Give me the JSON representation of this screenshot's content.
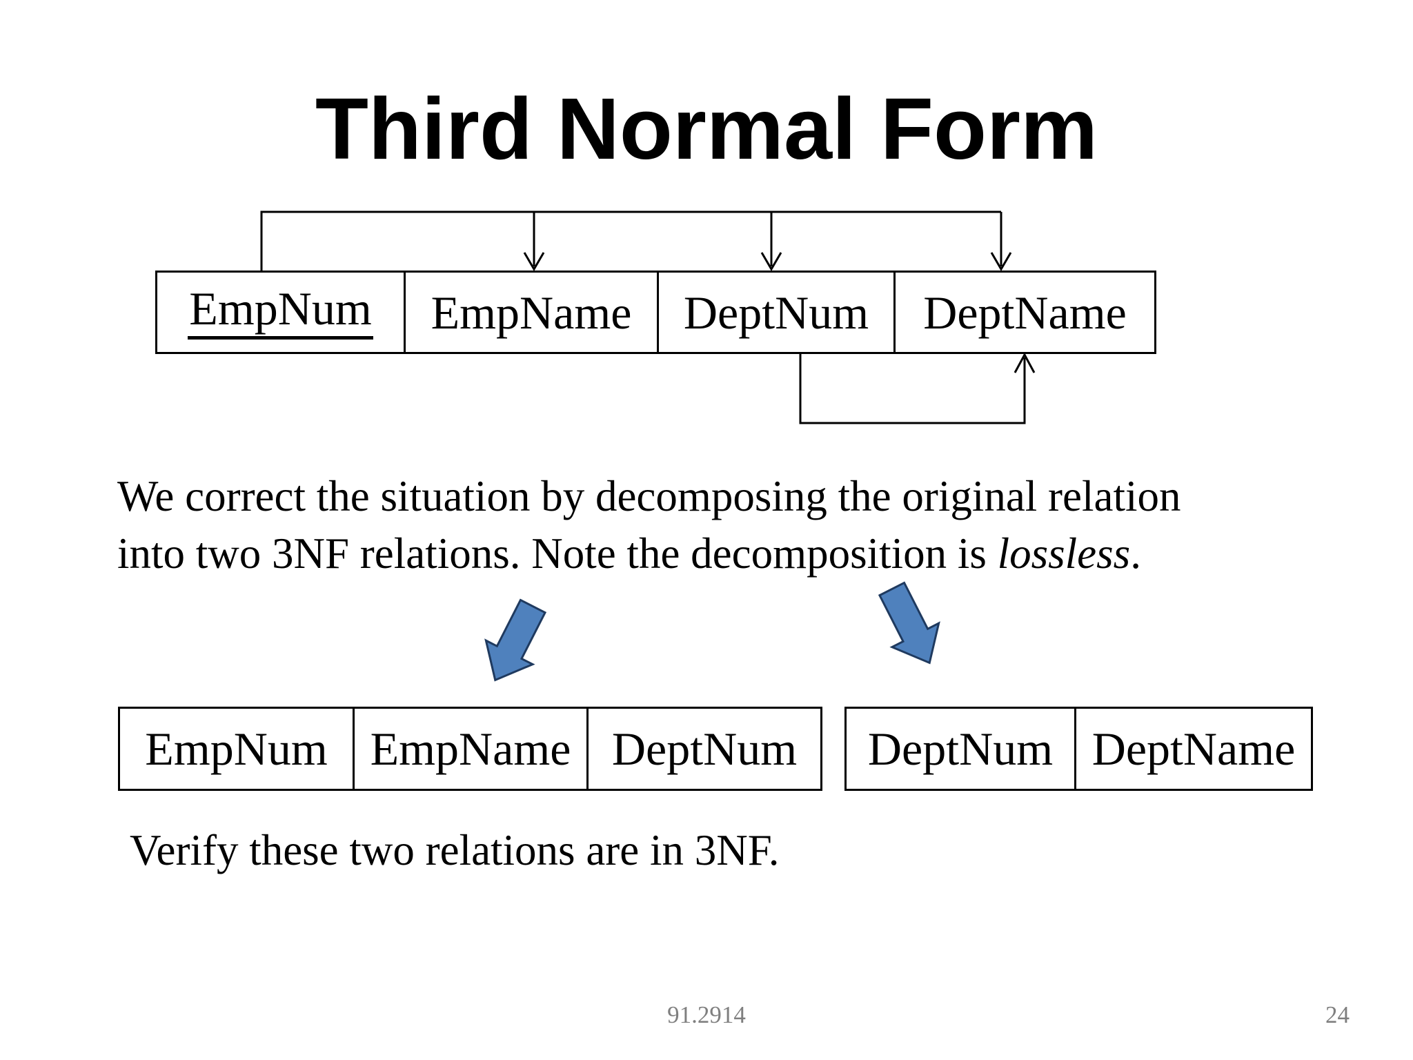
{
  "title": "Third Normal Form",
  "original_relation": {
    "columns": [
      "EmpNum",
      "EmpName",
      "DeptNum",
      "DeptName"
    ],
    "key_column": "EmpNum"
  },
  "decomposed_relation_employee": {
    "columns": [
      "EmpNum",
      "EmpName",
      "DeptNum"
    ]
  },
  "decomposed_relation_department": {
    "columns": [
      "DeptNum",
      "DeptName"
    ]
  },
  "paragraph": {
    "line1": "We correct the situation by decomposing the original relation",
    "line2_prefix": "into two 3NF relations. Note the decomposition is ",
    "line2_italic": "lossless",
    "line2_suffix": "."
  },
  "verify_text": "Verify these two relations are in 3NF.",
  "footer": {
    "course_code": "91.2914",
    "page_number": "24"
  },
  "colors": {
    "line_color": "#000000",
    "block_arrow_fill": "#4f81bd",
    "block_arrow_stroke": "#1f3a5f",
    "footer_text": "#7f7f7f"
  }
}
